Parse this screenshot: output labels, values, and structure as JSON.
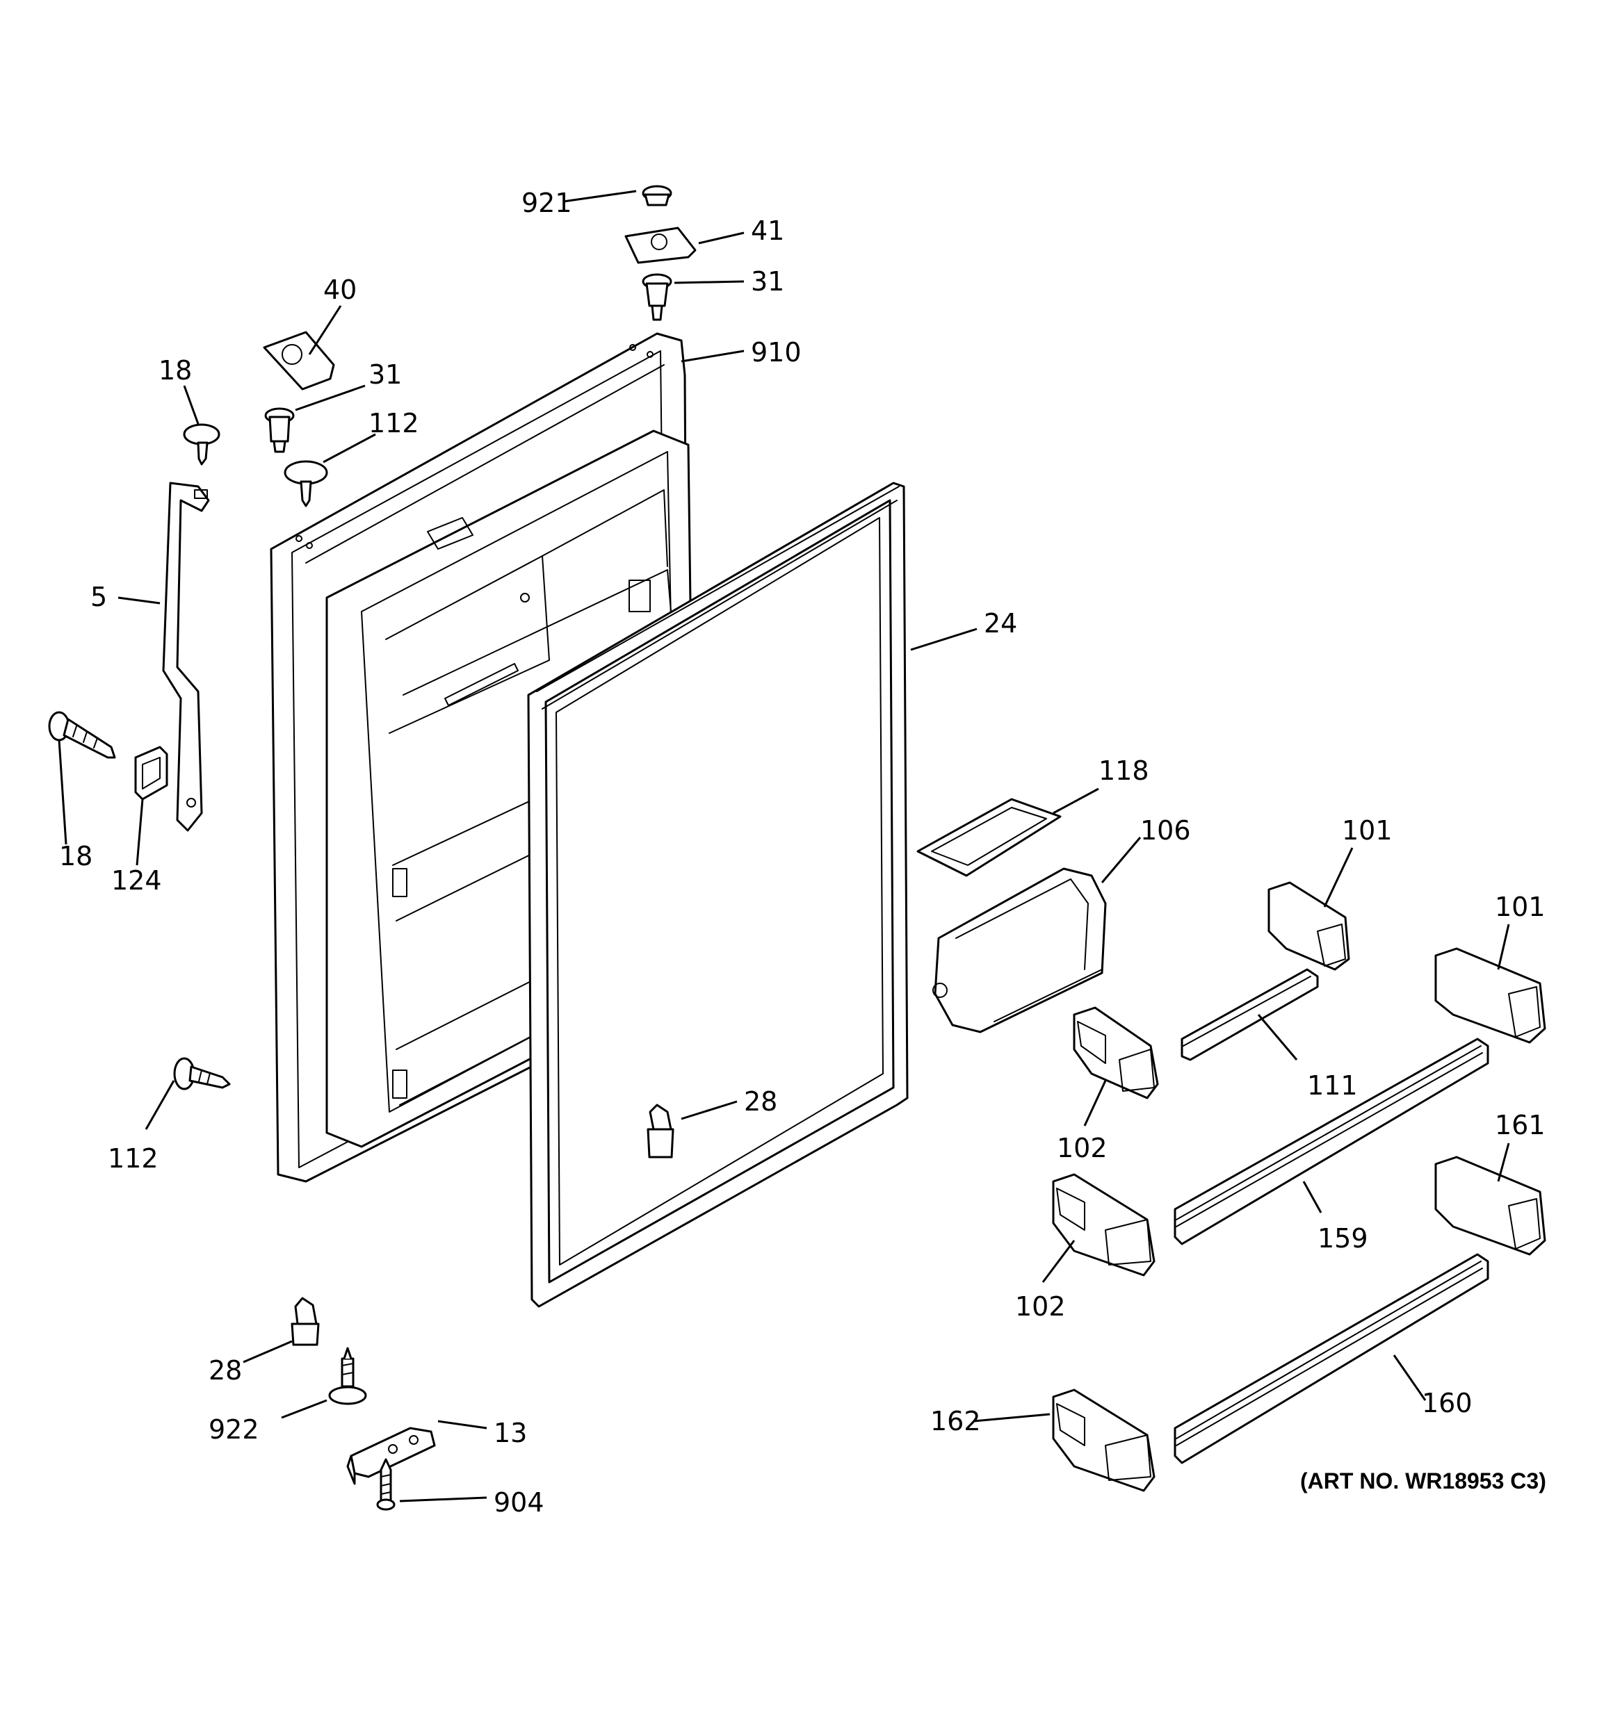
{
  "diagram": {
    "art_number": "(ART NO. WR18953 C3)",
    "callouts": {
      "c921": "921",
      "c41": "41",
      "c31_top": "31",
      "c910": "910",
      "c40": "40",
      "c31_left": "31",
      "c112_top": "112",
      "c18_top": "18",
      "c5": "5",
      "c24": "24",
      "c18_bottom": "18",
      "c124": "124",
      "c118": "118",
      "c106": "106",
      "c101_a": "101",
      "c101_b": "101",
      "c111": "111",
      "c102_a": "102",
      "c28_mid": "28",
      "c112_bottom": "112",
      "c161": "161",
      "c159": "159",
      "c102_b": "102",
      "c28_bottom": "28",
      "c922": "922",
      "c13": "13",
      "c160": "160",
      "c162": "162",
      "c904": "904"
    }
  }
}
